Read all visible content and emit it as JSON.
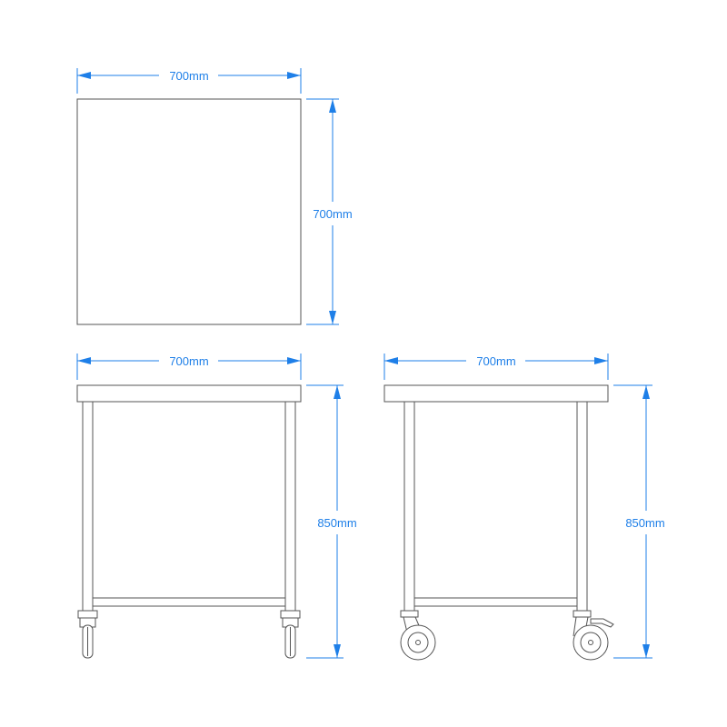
{
  "colors": {
    "dimension": "#1e7fe8",
    "outline": "#555555",
    "background": "#ffffff"
  },
  "views": {
    "top": {
      "width_label": "700mm",
      "depth_label": "700mm"
    },
    "front": {
      "width_label": "700mm",
      "height_label": "850mm"
    },
    "side": {
      "width_label": "700mm",
      "height_label": "850mm"
    }
  }
}
